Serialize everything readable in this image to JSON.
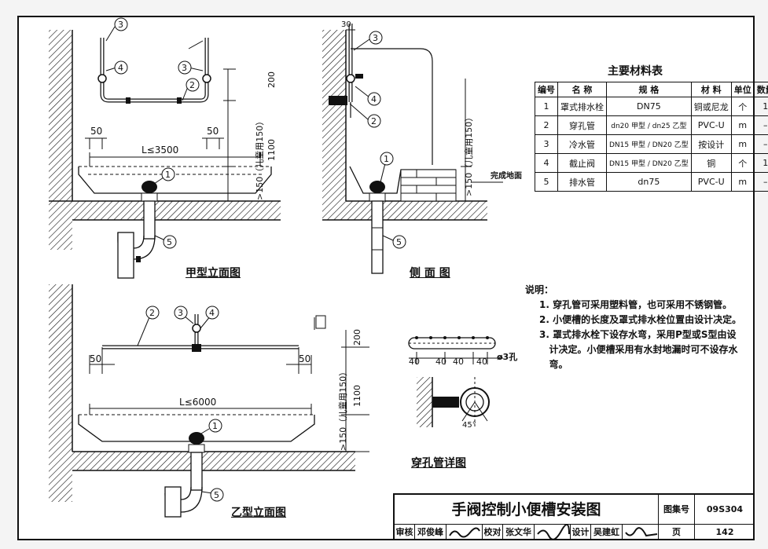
{
  "material_table": {
    "title": "主要材料表",
    "headers": [
      "编号",
      "名 称",
      "规 格",
      "材 料",
      "单位",
      "数量"
    ],
    "rows": [
      [
        "1",
        "罩式排水栓",
        "DN75",
        "铜或尼龙",
        "个",
        "1"
      ],
      [
        "2",
        "穿孔管",
        "dn20 甲型 / dn25 乙型",
        "PVC-U",
        "m",
        "–"
      ],
      [
        "3",
        "冷水管",
        "DN15 甲型 / DN20 乙型",
        "按设计",
        "m",
        "–"
      ],
      [
        "4",
        "截止阀",
        "DN15 甲型 / DN20 乙型",
        "铜",
        "个",
        "1"
      ],
      [
        "5",
        "排水管",
        "dn75",
        "PVC-U",
        "m",
        "–"
      ]
    ]
  },
  "captions": {
    "front_a": "甲型立面图",
    "side": "侧 面 图",
    "front_b": "乙型立面图",
    "detail": "穿孔管详图"
  },
  "dims": {
    "l_a": "L≤3500",
    "l_b": "L≤6000",
    "d50": "50",
    "d200": "200",
    "d1100": "1100",
    "d150": ">150（儿童用150）",
    "d30": "30",
    "d40": "40",
    "hole": "ø3孔",
    "angle": "45°",
    "floor": "完成地面"
  },
  "notes": {
    "heading": "说明：",
    "items": [
      "1. 穿孔管可采用塑料管，也可采用不锈钢管。",
      "2. 小便槽的长度及罩式排水栓位置由设计决定。",
      "3. 罩式排水栓下设存水弯，采用P型或S型由设",
      "   计决定。小便槽采用有水封地漏时可不设存水",
      "   弯。"
    ]
  },
  "title_block": {
    "title": "手阀控制小便槽安装图",
    "atlas_label": "图集号",
    "atlas_no": "09S304",
    "page_label": "页",
    "page_no": "142",
    "review_label": "审核",
    "review_name": "邓俊峰",
    "check_label": "校对",
    "check_name": "张文华",
    "design_label": "设计",
    "design_name": "吴建虹"
  }
}
